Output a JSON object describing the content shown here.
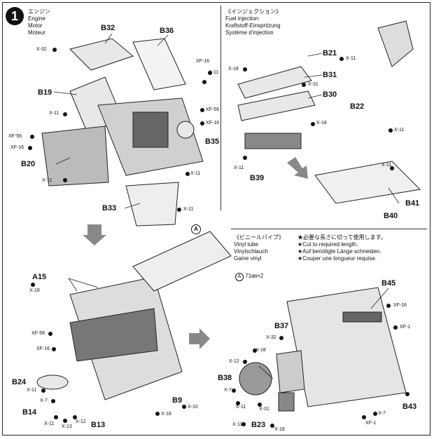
{
  "step": {
    "number": "1"
  },
  "engine": {
    "jp": "エンジン",
    "en": "Engine",
    "de": "Motor",
    "fr": "Moteur"
  },
  "injection": {
    "jp": "《インジェクション》",
    "en": "Fuel injection",
    "de": "Kraftstoff-Einspritzung",
    "fr": "Système d'injection"
  },
  "vinyl": {
    "jp": "《ビニールパイプ》",
    "en": "Vinyl tube",
    "de": "Vinylschlauch",
    "fr": "Gaine vinyl",
    "notes": [
      "★必要な長さに切って使用します。",
      "★Cut to required length.",
      "★Auf benötigte Länge schneiden.",
      "★Couper une longueur requise."
    ],
    "tag": "A",
    "spec": "71㎜×2"
  },
  "labels": {
    "b32": "B32",
    "b36": "B36",
    "b19": "B19",
    "b20": "B20",
    "b33": "B33",
    "b35": "B35",
    "b21": "B21",
    "b31": "B31",
    "b30": "B30",
    "b22": "B22",
    "b39": "B39",
    "b41": "B41",
    "b40": "B40",
    "a15": "A15",
    "a_tag": "A",
    "b24": "B24",
    "b14": "B14",
    "b13": "B13",
    "b9": "B9",
    "b45": "B45",
    "b37": "B37",
    "b38": "B38",
    "b23": "B23",
    "b43": "B43"
  },
  "parts": {
    "p1": "X-32",
    "p2": "XF-16",
    "p3": "X-11",
    "p4": "X-11",
    "p5": "XF-56",
    "p6": "XF-56",
    "p7": "XF-16",
    "p8": "XF-16",
    "p9": "X-11",
    "p10": "X-11",
    "p11": "X-11",
    "p12": "X-18",
    "p13": "X-11",
    "p14": "X-31",
    "p15": "X-18",
    "p16": "X-11",
    "p17": "X-11",
    "p18": "X-18",
    "p19": "XF-56",
    "p20": "XF-16",
    "p21": "X-11",
    "p22": "X-7",
    "p23": "X-11",
    "p24": "X-13",
    "p25": "X-12",
    "p26": "X-10",
    "p27": "X-18",
    "p28": "XF-16",
    "p29": "XF-1",
    "p30": "X-32",
    "p31": "X-18",
    "p32": "X-12",
    "p33": "X-7",
    "p34": "X-11",
    "p35": "X-31",
    "p36": "X-11",
    "p37": "X-18",
    "p38": "X-11",
    "p39": "X-7",
    "p40": "XF-1"
  }
}
